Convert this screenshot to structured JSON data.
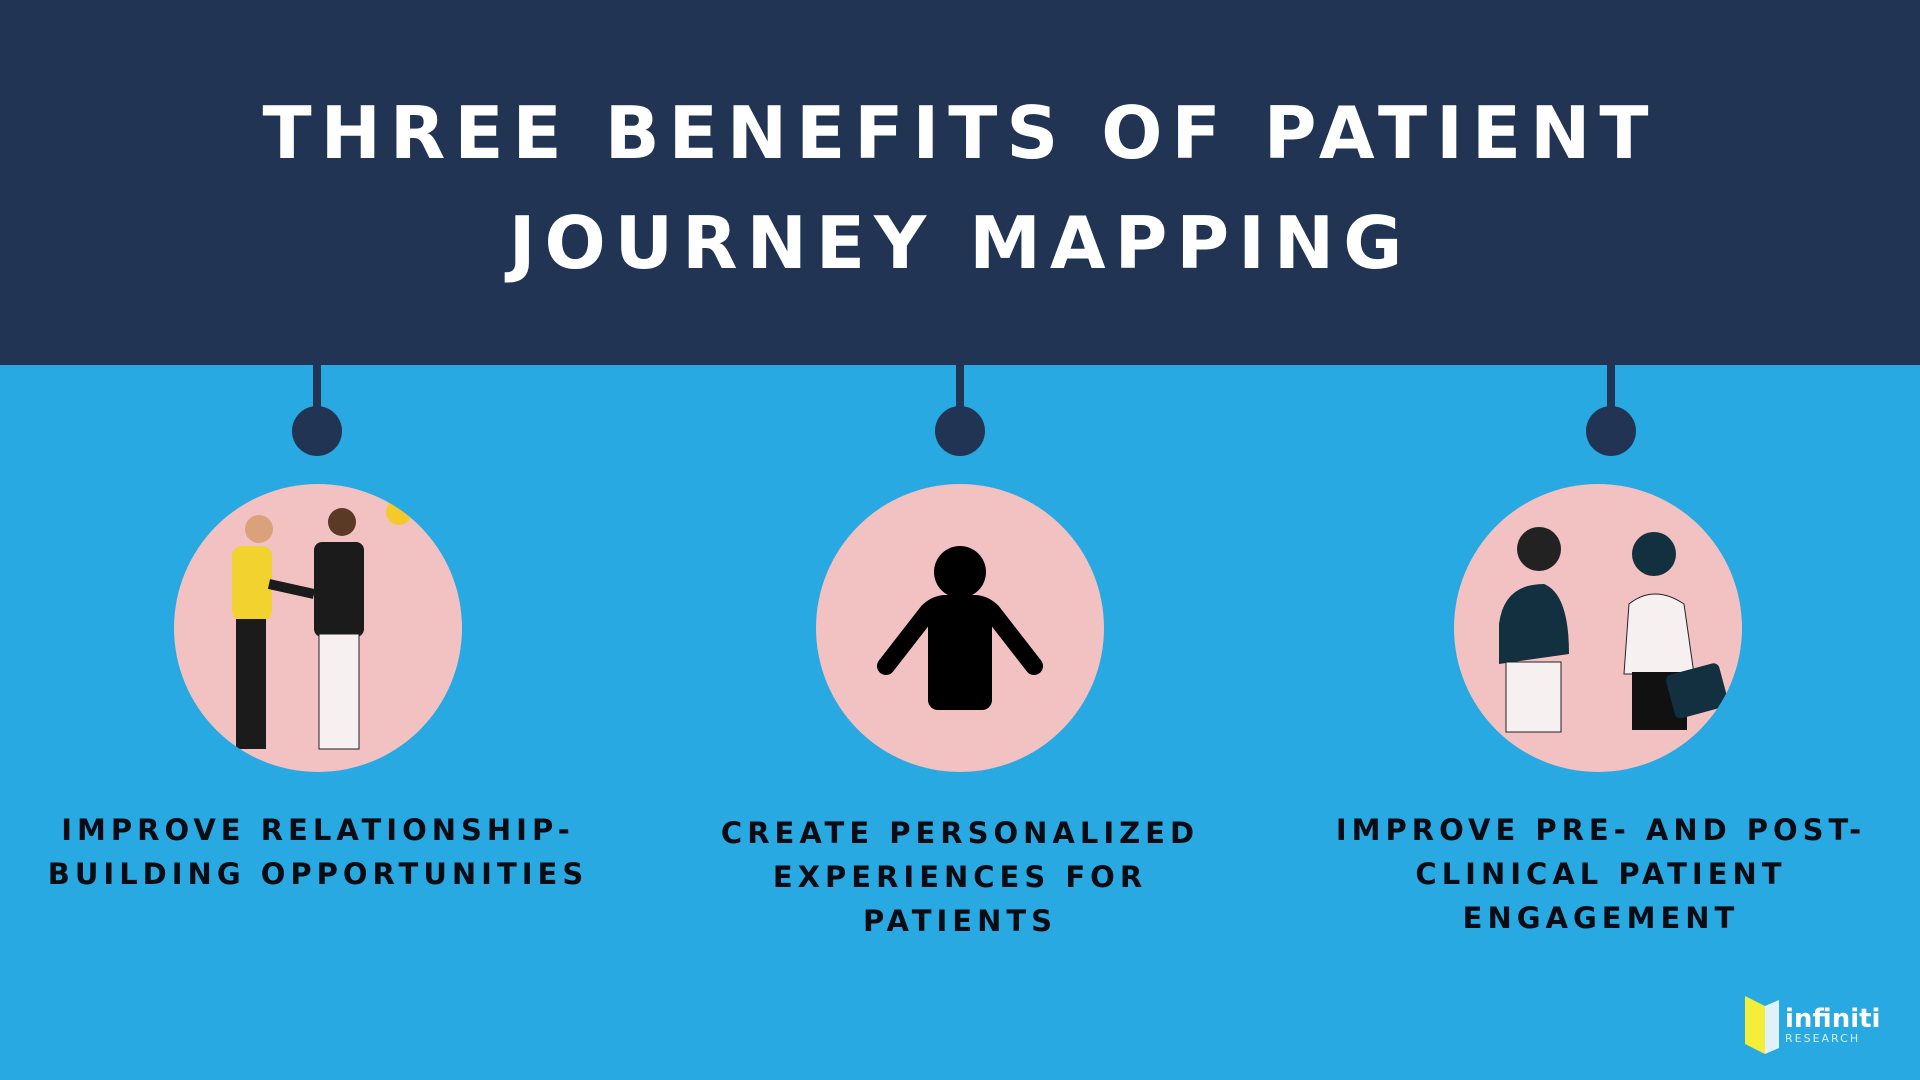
{
  "header": {
    "title_line1": "THREE BENEFITS OF PATIENT",
    "title_line2": "JOURNEY MAPPING"
  },
  "benefits": [
    {
      "label": "IMPROVE RELATIONSHIP-BUILDING OPPORTUNITIES",
      "illustration": "handshake-men-icon"
    },
    {
      "label": "CREATE PERSONALIZED EXPERIENCES FOR PATIENTS",
      "illustration": "person-icon"
    },
    {
      "label": "IMPROVE PRE- AND POST-CLINICAL PATIENT ENGAGEMENT",
      "illustration": "handshake-women-icon"
    }
  ],
  "logo": {
    "name": "infiniti",
    "sub": "RESEARCH"
  },
  "colors": {
    "header": "#213454",
    "background": "#29a9e1",
    "circle": "#f2c1c1"
  }
}
